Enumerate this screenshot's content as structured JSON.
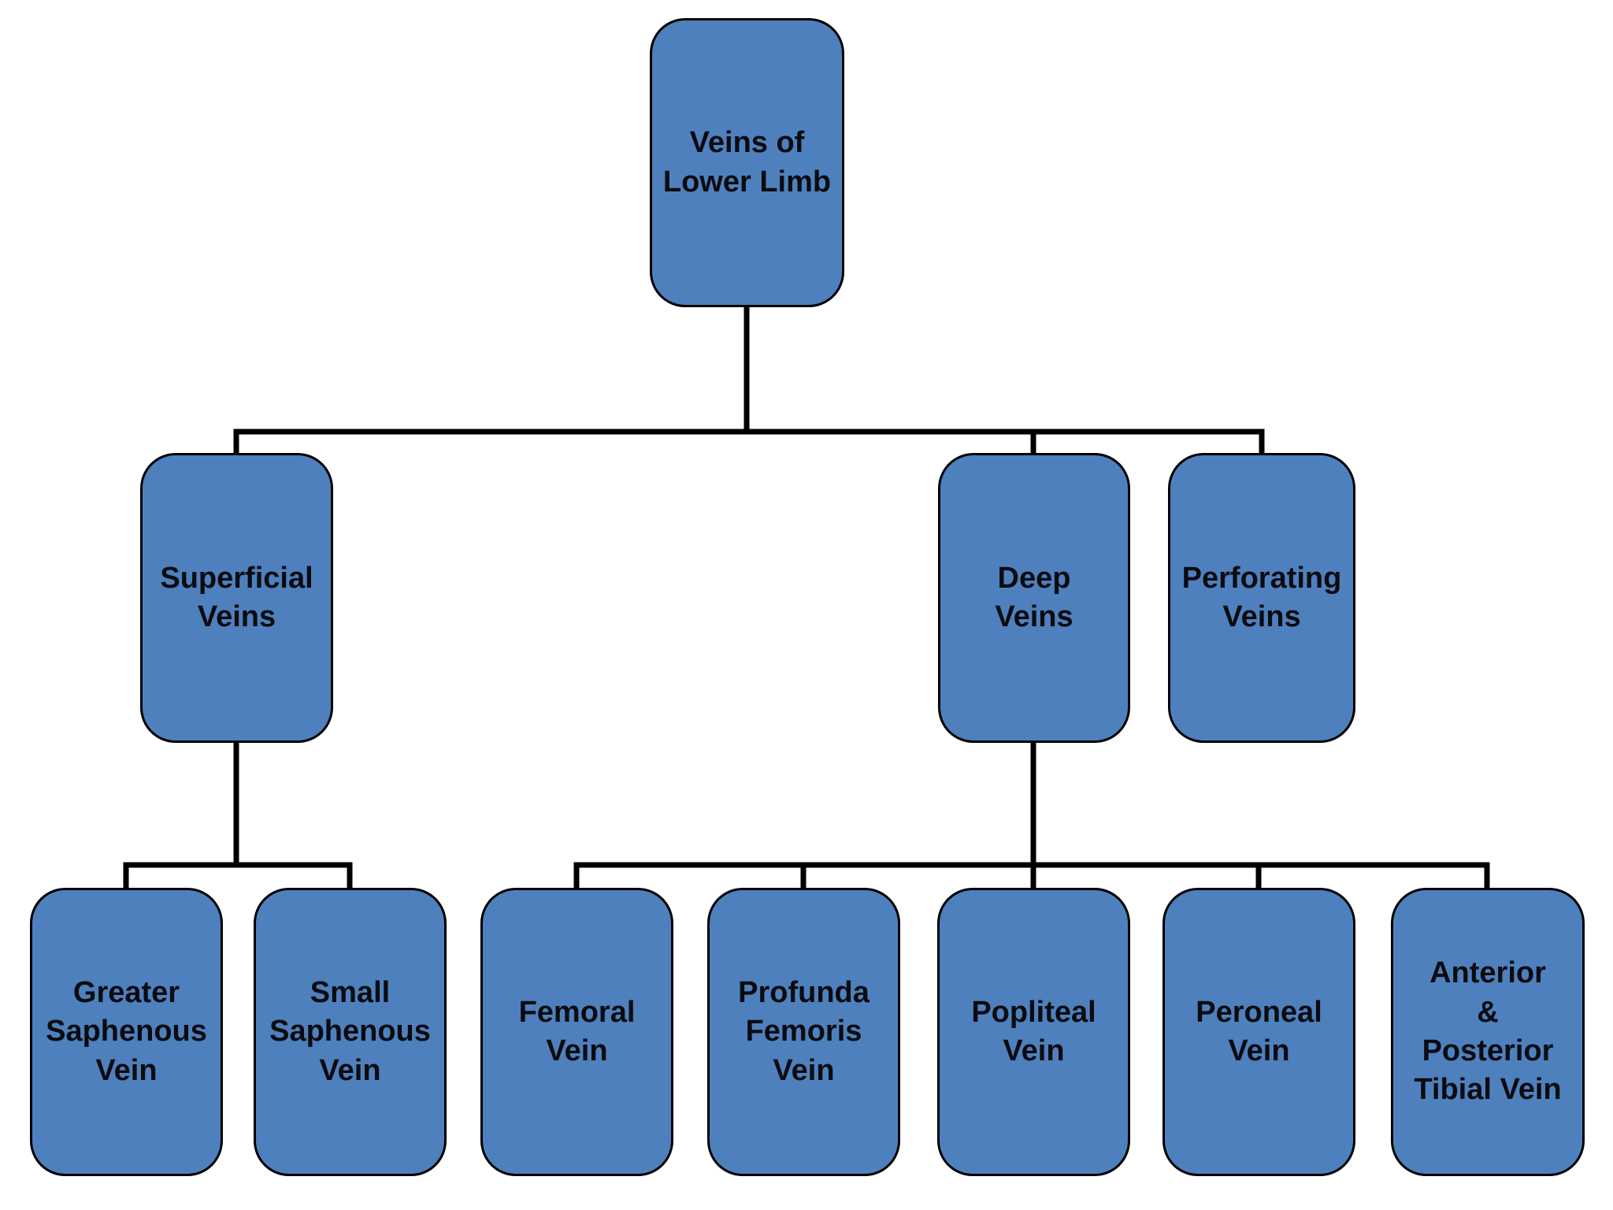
{
  "diagram": {
    "colors": {
      "node_fill": "#4E80BD",
      "node_border": "#000000",
      "connector": "#000000",
      "background": "#FFFFFF",
      "text": "#0B0B10"
    },
    "nodes": [
      {
        "label": "Veins of\nLower Limb",
        "parent": null
      },
      {
        "label": "Superficial\nVeins",
        "parent": 0
      },
      {
        "label": "Deep\nVeins",
        "parent": 0
      },
      {
        "label": "Perforating\nVeins",
        "parent": 0
      },
      {
        "label": "Greater\nSaphenous\nVein",
        "parent": 1
      },
      {
        "label": "Small\nSaphenous\nVein",
        "parent": 1
      },
      {
        "label": "Femoral\nVein",
        "parent": 2
      },
      {
        "label": "Profunda\nFemoris\nVein",
        "parent": 2
      },
      {
        "label": "Popliteal\nVein",
        "parent": 2
      },
      {
        "label": "Peroneal\nVein",
        "parent": 2
      },
      {
        "label": "Anterior\n&\nPosterior\nTibial Vein",
        "parent": 2
      }
    ]
  }
}
